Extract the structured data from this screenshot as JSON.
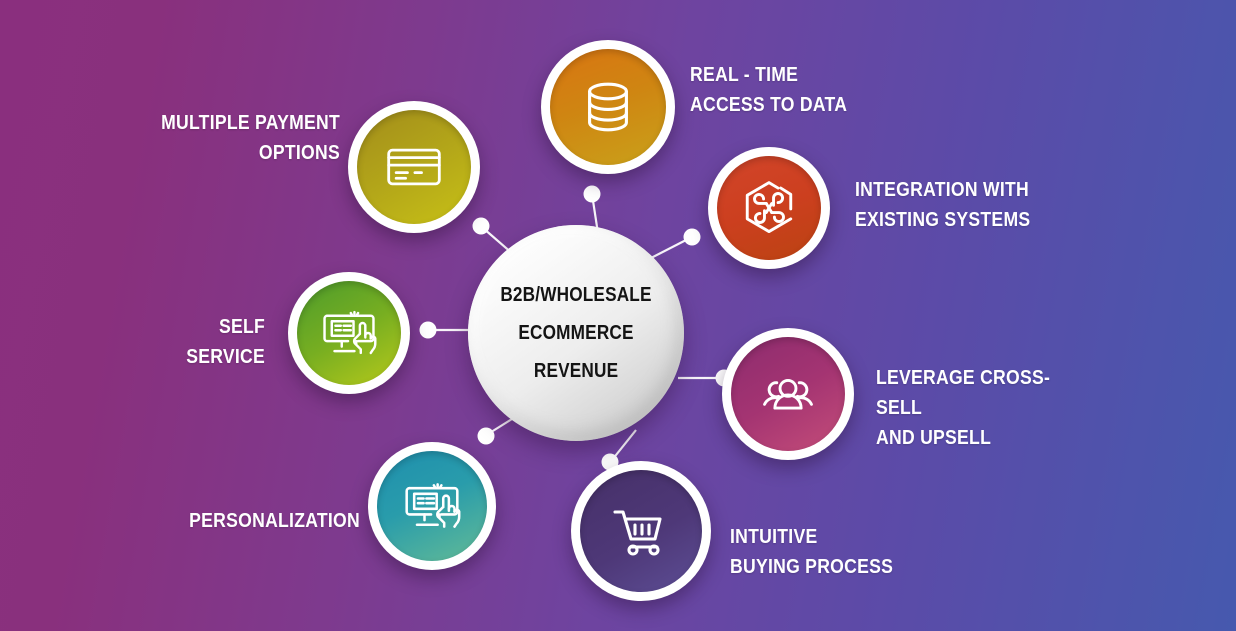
{
  "background": {
    "gradient_from": "#8a2f7e",
    "gradient_to": "#4659ae",
    "direction": "left-to-right"
  },
  "hub": {
    "lines": [
      "B2B/WHOLESALE",
      "ECOMMERCE",
      "REVENUE"
    ],
    "text_color": "#141414",
    "fill_from": "#ffffff",
    "fill_to": "#c9c9c9"
  },
  "nodes": [
    {
      "id": "real-time-access",
      "label": "REAL - TIME\nACCESS TO DATA",
      "icon": "database-icon",
      "color_from": "#d97512",
      "color_to": "#c9a11a",
      "label_align": "left"
    },
    {
      "id": "integration",
      "label": "INTEGRATION WITH\nEXISTING SYSTEMS",
      "icon": "integration-hexagon-icon",
      "color_from": "#cf3d22",
      "color_to": "#c24418",
      "label_align": "left"
    },
    {
      "id": "cross-sell",
      "label": "LEVERAGE CROSS-SELL\nAND UPSELL",
      "icon": "people-group-icon",
      "color_from": "#8d2c6e",
      "color_to": "#c14b76",
      "label_align": "left"
    },
    {
      "id": "intuitive-buying",
      "label": "INTUITIVE\nBUYING PROCESS",
      "icon": "shopping-cart-icon",
      "color_from": "#4b2d70",
      "color_to": "#5a4b92",
      "label_align": "left"
    },
    {
      "id": "personalization",
      "label": "PERSONALIZATION",
      "icon": "monitor-hand-icon",
      "color_from": "#1f8fae",
      "color_to": "#5bb89a",
      "label_align": "right"
    },
    {
      "id": "self-service",
      "label": "SELF\nSERVICE",
      "icon": "monitor-hand-icon",
      "color_from": "#4f9e2e",
      "color_to": "#b2c81c",
      "label_align": "right"
    },
    {
      "id": "multiple-payment",
      "label": "MULTIPLE PAYMENT\nOPTIONS",
      "icon": "credit-card-icon",
      "color_from": "#a99318",
      "color_to": "#c3bb17",
      "label_align": "right"
    }
  ],
  "connectors": {
    "line_color": "#ffffff",
    "dot_color": "#ffffff",
    "count": 7
  }
}
